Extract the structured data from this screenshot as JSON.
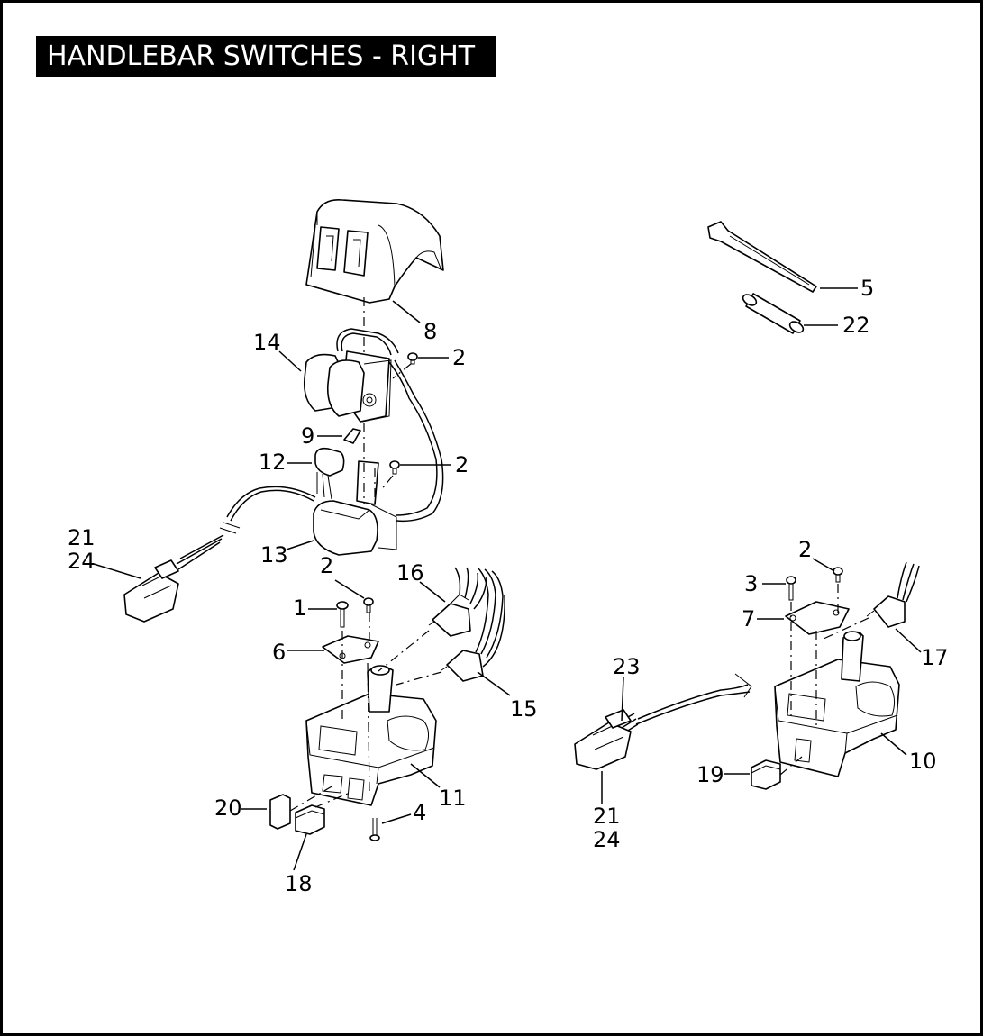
{
  "title": "HANDLEBAR SWITCHES - RIGHT",
  "callouts": {
    "c8": "8",
    "c14": "14",
    "c2a": "2",
    "c9": "9",
    "c12": "12",
    "c2b": "2",
    "c21a": "21",
    "c24a": "24",
    "c13": "13",
    "c2c": "2",
    "c1": "1",
    "c16": "16",
    "c6": "6",
    "c15": "15",
    "c11": "11",
    "c20": "20",
    "c4": "4",
    "c18": "18",
    "c5": "5",
    "c22": "22",
    "c2d": "2",
    "c3": "3",
    "c7": "7",
    "c17": "17",
    "c23": "23",
    "c10": "10",
    "c19": "19",
    "c21b": "21",
    "c24b": "24"
  }
}
